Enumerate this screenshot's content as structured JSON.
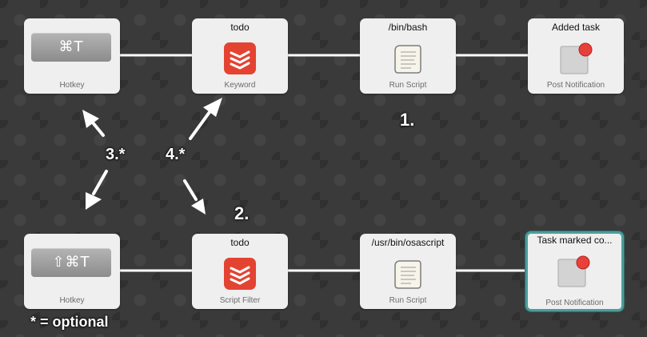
{
  "nodes": {
    "hotkey1": {
      "shortcut": "⌘T",
      "label": "Hotkey",
      "icon": "hotkey-key-icon"
    },
    "keyword": {
      "title": "todo",
      "label": "Keyword",
      "icon": "todoist-icon"
    },
    "runscript1": {
      "title": "/bin/bash",
      "label": "Run Script",
      "icon": "scroll-icon"
    },
    "notify1": {
      "title": "Added task",
      "label": "Post Notification",
      "icon": "notification-icon"
    },
    "hotkey2": {
      "shortcut": "⇧⌘T",
      "label": "Hotkey",
      "icon": "hotkey-key-icon"
    },
    "scriptfilter": {
      "title": "todo",
      "label": "Script Filter",
      "icon": "todoist-icon"
    },
    "runscript2": {
      "title": "/usr/bin/osascript",
      "label": "Run Script",
      "icon": "scroll-icon"
    },
    "notify2": {
      "title": "Task marked co...",
      "label": "Post Notification",
      "icon": "notification-icon",
      "selected": true
    }
  },
  "annotations": {
    "step1": "1.",
    "step2": "2.",
    "step3": "3.*",
    "step4": "4.*",
    "legend": "* = optional"
  },
  "colors": {
    "todoist_red": "#e44332",
    "notification_red": "#e8403b",
    "selection_teal": "#4a9e9c",
    "wire": "#ffffff"
  }
}
